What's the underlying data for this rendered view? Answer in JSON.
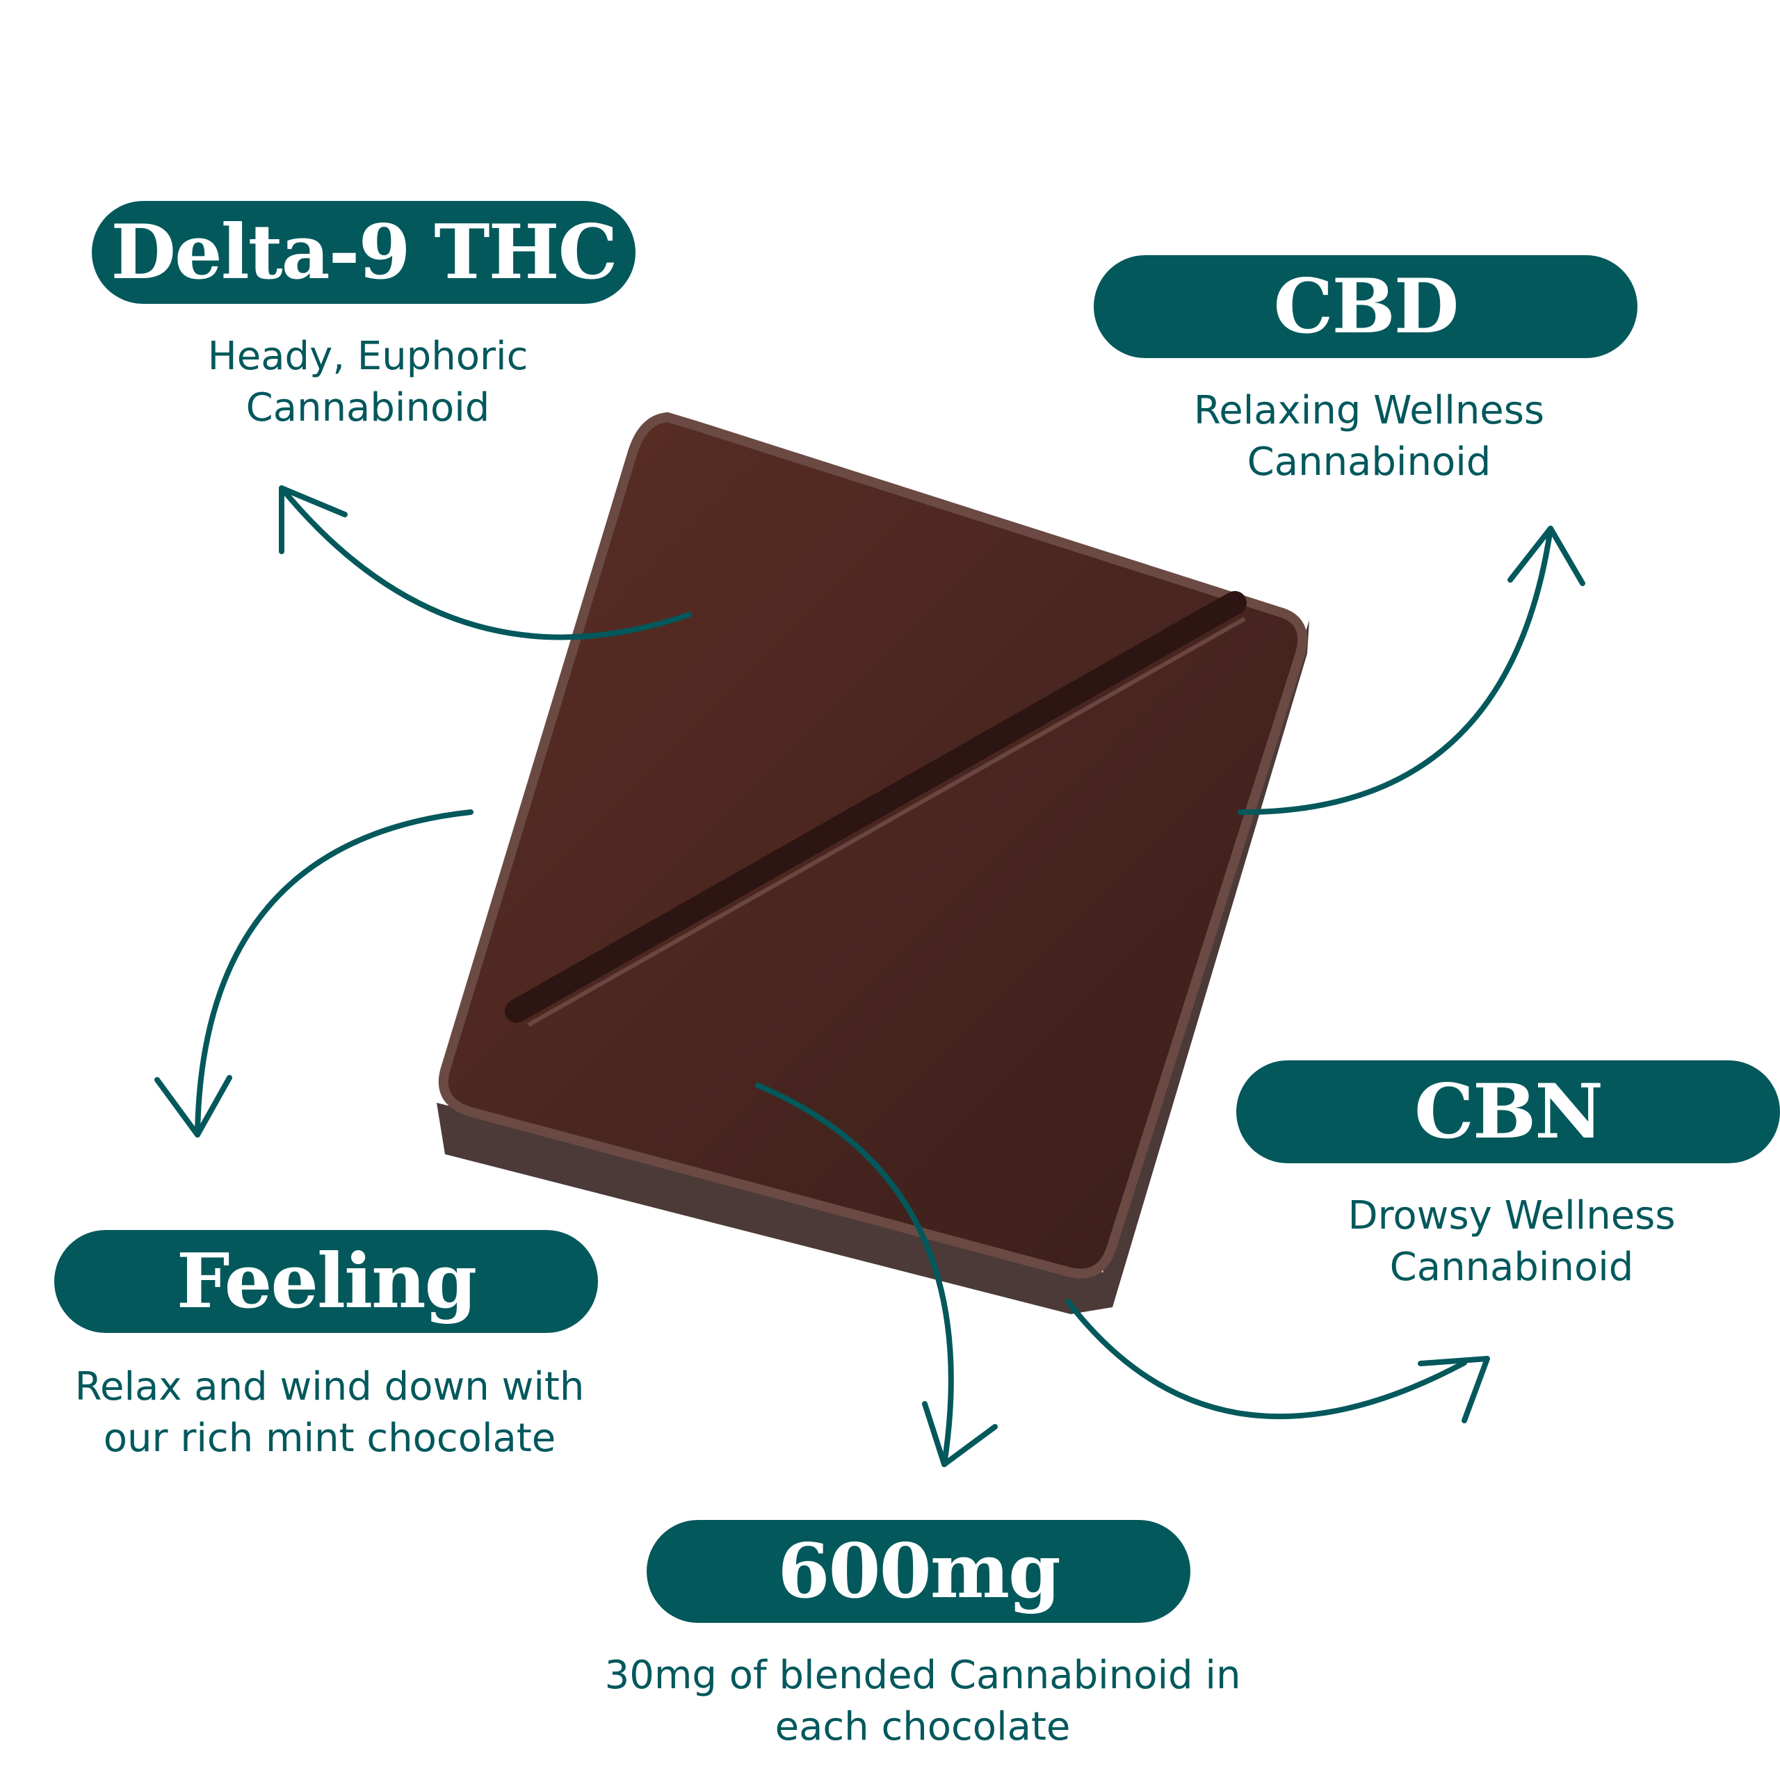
{
  "colors": {
    "accent": "#03585c",
    "chocolate": "#4a2620",
    "background": "#ffffff"
  },
  "callouts": [
    {
      "title": "Delta-9 THC",
      "line1": "Heady, Euphoric",
      "line2": "Cannabinoid"
    },
    {
      "title": "CBD",
      "line1": "Relaxing Wellness",
      "line2": "Cannabinoid"
    },
    {
      "title": "CBN",
      "line1": "Drowsy Wellness",
      "line2": "Cannabinoid"
    },
    {
      "title": "Feeling",
      "line1": "Relax and wind down with",
      "line2": "our rich mint chocolate"
    },
    {
      "title": "600mg",
      "line1": "30mg of blended Cannabinoid in",
      "line2": "each chocolate"
    }
  ]
}
